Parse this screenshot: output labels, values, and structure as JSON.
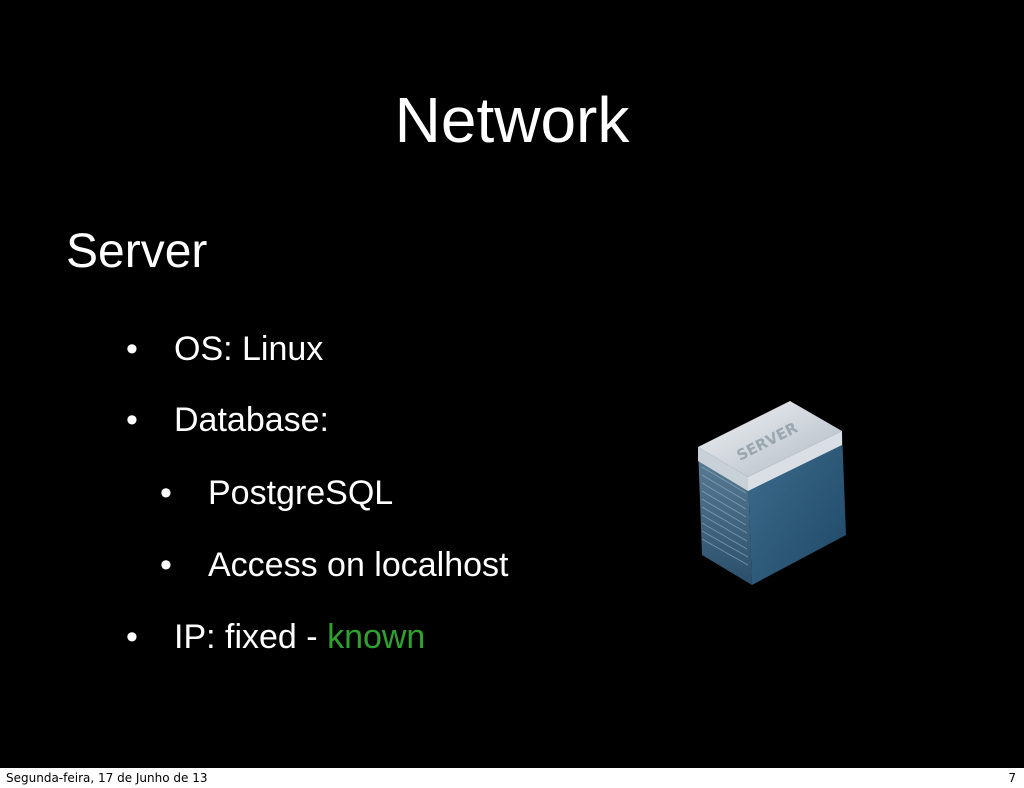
{
  "slide": {
    "title": "Network",
    "subtitle": "Server",
    "bullets": [
      {
        "text": "OS: Linux"
      },
      {
        "text": "Database:"
      },
      {
        "text": "PostgreSQL"
      },
      {
        "text": "Access on localhost"
      },
      {
        "text": "IP: fixed - ",
        "highlight": "known"
      }
    ],
    "bullet_glyph": "•",
    "image_label": "SERVER",
    "colors": {
      "background": "#000000",
      "text": "#ffffff",
      "highlight": "#2fa12f",
      "server_body": "#2f5f7f",
      "server_top": "#d8dde2"
    }
  },
  "footer": {
    "date": "Segunda-feira, 17 de Junho de 13",
    "page_number": "7"
  }
}
